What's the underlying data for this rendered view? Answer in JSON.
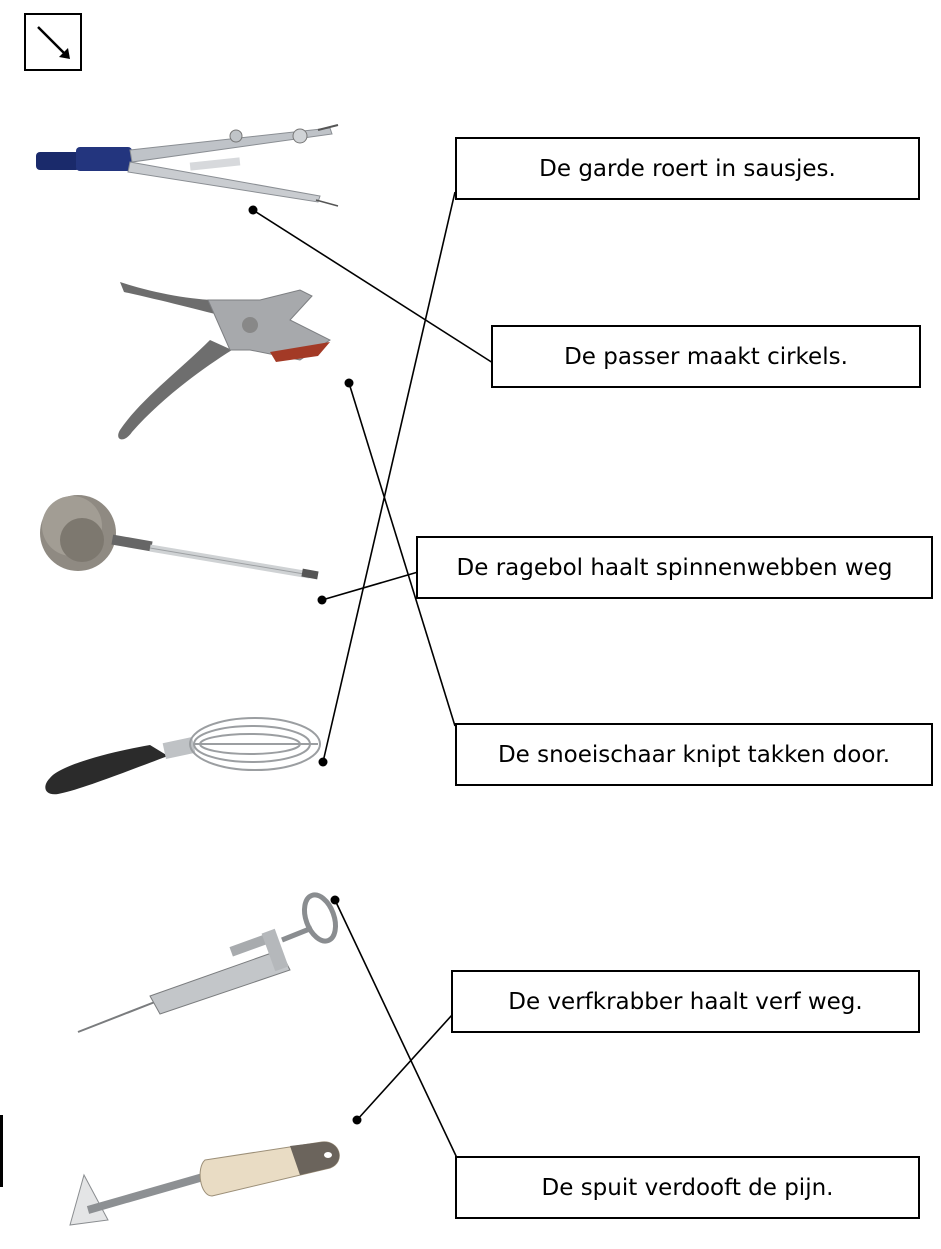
{
  "matches": [
    {
      "tool": "passer",
      "sentence": "De passer maakt cirkels."
    },
    {
      "tool": "snoeischaar",
      "sentence": "De snoeischaar knipt takken door."
    },
    {
      "tool": "ragebol",
      "sentence": "De ragebol haalt spinnenwebben weg"
    },
    {
      "tool": "garde",
      "sentence": "De garde roert in sausjes."
    },
    {
      "tool": "spuit",
      "sentence": "De spuit verdooft de pijn."
    },
    {
      "tool": "verfkrabber",
      "sentence": "De verfkrabber haalt verf weg."
    }
  ],
  "sentences": [
    "De garde roert in sausjes.",
    "De passer maakt cirkels.",
    "De ragebol haalt spinnenwebben weg",
    "De snoeischaar knipt takken door.",
    "De verfkrabber haalt verf weg.",
    "De spuit verdooft de pijn."
  ],
  "tools": [
    "compass-image",
    "pruning-shears-image",
    "duster-image",
    "whisk-image",
    "syringe-image",
    "paint-scraper-image"
  ]
}
